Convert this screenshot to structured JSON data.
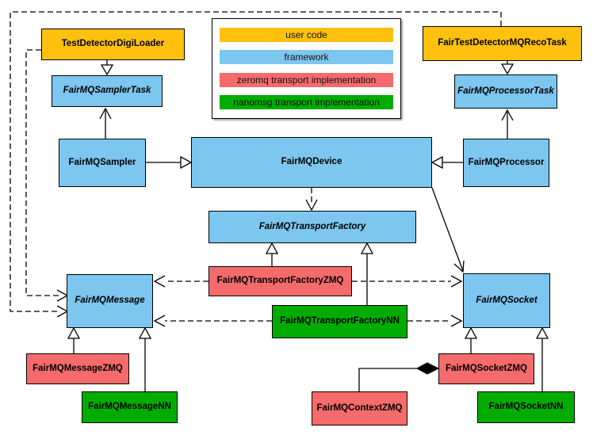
{
  "colors": {
    "user_code": "#FFC10E",
    "framework": "#7CC6EF",
    "zeromq": "#F56B6B",
    "nanomsg": "#00AC00",
    "line": "#000000",
    "background": "#FFFFFF"
  },
  "legend": {
    "items": [
      {
        "label": "user code",
        "color": "#FFC10E"
      },
      {
        "label": "framework",
        "color": "#7CC6EF"
      },
      {
        "label": "zeromq transport implementation",
        "color": "#F56B6B"
      },
      {
        "label": "nanomsg transport implementation",
        "color": "#00AC00"
      }
    ]
  },
  "nodes": {
    "test_detector_digi_loader": {
      "label": "TestDetectorDigiLoader",
      "color": "#FFC10E",
      "abstract": false
    },
    "fair_test_detector_mq_reco_task": {
      "label": "FairTestDetectorMQRecoTask",
      "color": "#FFC10E",
      "abstract": false
    },
    "fairmq_sampler_task": {
      "label": "FairMQSamplerTask",
      "color": "#7CC6EF",
      "abstract": true
    },
    "fairmq_processor_task": {
      "label": "FairMQProcessorTask",
      "color": "#7CC6EF",
      "abstract": true
    },
    "fairmq_sampler": {
      "label": "FairMQSampler",
      "color": "#7CC6EF",
      "abstract": false
    },
    "fairmq_device": {
      "label": "FairMQDevice",
      "color": "#7CC6EF",
      "abstract": false
    },
    "fairmq_processor": {
      "label": "FairMQProcessor",
      "color": "#7CC6EF",
      "abstract": false
    },
    "fairmq_transport_factory": {
      "label": "FairMQTransportFactory",
      "color": "#7CC6EF",
      "abstract": true
    },
    "fairmq_transport_factory_zmq": {
      "label": "FairMQTransportFactoryZMQ",
      "color": "#F56B6B",
      "abstract": false
    },
    "fairmq_transport_factory_nn": {
      "label": "FairMQTransportFactoryNN",
      "color": "#00AC00",
      "abstract": false
    },
    "fairmq_message": {
      "label": "FairMQMessage",
      "color": "#7CC6EF",
      "abstract": true
    },
    "fairmq_socket": {
      "label": "FairMQSocket",
      "color": "#7CC6EF",
      "abstract": true
    },
    "fairmq_message_zmq": {
      "label": "FairMQMessageZMQ",
      "color": "#F56B6B",
      "abstract": false
    },
    "fairmq_message_nn": {
      "label": "FairMQMessageNN",
      "color": "#00AC00",
      "abstract": false
    },
    "fairmq_socket_zmq": {
      "label": "FairMQSocketZMQ",
      "color": "#F56B6B",
      "abstract": false
    },
    "fairmq_socket_nn": {
      "label": "FairMQSocketNN",
      "color": "#00AC00",
      "abstract": false
    },
    "fairmq_context_zmq": {
      "label": "FairMQContextZMQ",
      "color": "#F56B6B",
      "abstract": false
    }
  }
}
